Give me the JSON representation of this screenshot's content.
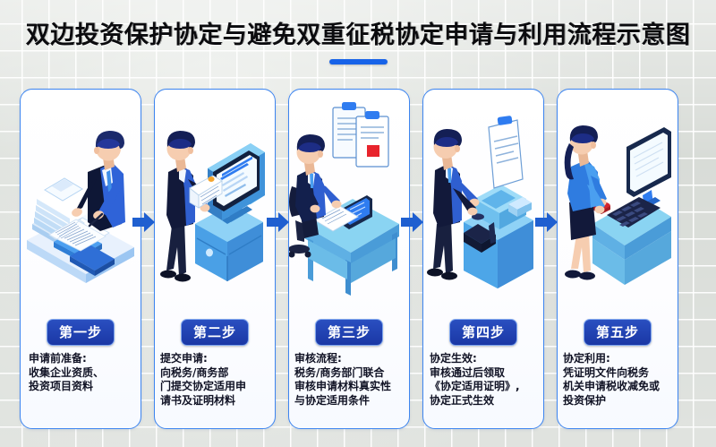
{
  "header": {
    "title": "双边投资保护协定与避免双重征税协定申请与利用流程示意图",
    "underline_color": "#1763e8"
  },
  "theme": {
    "card_border": "#3d85f0",
    "badge_bg": "#1a37a5",
    "arrow_color": "#1f5fd0",
    "accent_blue": "#2f7cf0",
    "background": "#dcdfdb",
    "text_color": "#101224"
  },
  "steps": [
    {
      "badge": "第一步",
      "description": "申请前准备:\n收集企业资质、\n投资项目资料",
      "illustration": "documents-preparation-icon",
      "illustration_label": "男士整理成堆文件与打开的资料册"
    },
    {
      "badge": "第二步",
      "description": "提交申请:\n向税务/商务部\n门提交协定适用申\n请书及证明材料",
      "illustration": "submit-application-kiosk-icon",
      "illustration_label": "男士在电脑终端前提交申请材料"
    },
    {
      "badge": "第三步",
      "description": "审核流程:\n税务/商务部门联合\n审核申请材料真实性\n与协定适用条件",
      "illustration": "review-desk-icon",
      "illustration_label": "审核人员坐在办公桌前核对两份文件"
    },
    {
      "badge": "第四步",
      "description": "协定生效:\n审核通过后领取\n《协定适用证明》,\n协定正式生效",
      "illustration": "certificate-counter-icon",
      "illustration_label": "男士在柜台领取协定适用证明"
    },
    {
      "badge": "第五步",
      "description": "协定利用:\n凭证明文件向税务\n机关申请税收减免或\n投资保护",
      "illustration": "tax-benefit-desk-icon",
      "illustration_label": "女士在电脑前使用印章办理税收减免"
    }
  ],
  "connectors": [
    {
      "name": "arrow-step1-to-step2",
      "glyph": "right-arrow-icon"
    },
    {
      "name": "arrow-step2-to-step3",
      "glyph": "right-arrow-icon"
    },
    {
      "name": "arrow-step3-to-step4",
      "glyph": "right-arrow-icon"
    },
    {
      "name": "arrow-step4-to-step5",
      "glyph": "right-arrow-icon"
    }
  ]
}
